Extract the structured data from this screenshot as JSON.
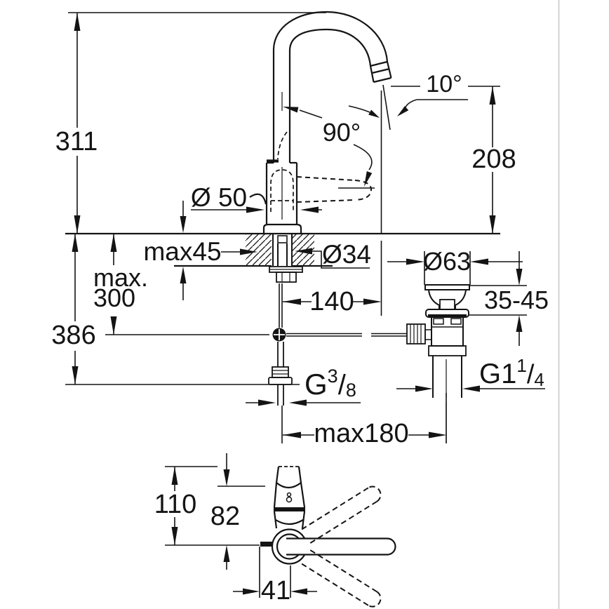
{
  "drawing": {
    "labels": {
      "overall_height": "311",
      "spout_height": "208",
      "spout_angle": "10°",
      "handle_angle": "90°",
      "base_diameter": "Ø 50",
      "hole_diameter": "Ø34",
      "deck_thickness_max": "max45",
      "install_depth_line1": "max.",
      "install_depth_line2": "300",
      "hose_length": "386",
      "spout_reach": "140",
      "waste_flange_diameter": "Ø63",
      "clamping_range": "35-45",
      "rod_reach_max": "max180",
      "supply_thread": {
        "base": "G",
        "sup": "3",
        "slash": "/",
        "sub": "8"
      },
      "waste_thread": {
        "base": "G1",
        "sup": "1",
        "slash": "/",
        "sub": "4"
      },
      "top_view_height": "110",
      "top_view_depth": "82",
      "top_view_offset": "41"
    },
    "colors": {
      "line": "#141414",
      "divider": "#c9c9c9",
      "background": "#ffffff"
    }
  }
}
